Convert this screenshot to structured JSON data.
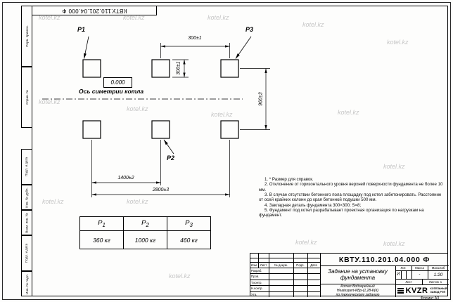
{
  "watermark": "kotel.kz",
  "frame": {
    "doc_number_top": "КВТУ.110.201.04.000 Ф",
    "left_fields": {
      "perv": "Перв. примен.",
      "sprav": "Справ. №",
      "podp1": "Подп. и дата",
      "inv_dubl": "Инв. № дубл.",
      "vzam": "Взам. инв. №",
      "podp2": "Подп. и дата",
      "inv_podl": "Инв. № подл."
    },
    "format_label": "Формат А3"
  },
  "drawing": {
    "point_labels": {
      "p1": "Р1",
      "p2": "Р2",
      "p3": "Р3"
    },
    "level_mark": "0.000",
    "axis_label": "Ось симетрии котла",
    "dimensions": {
      "top_width": "300±1",
      "side_height": "300±1",
      "row_spacing": "960±3",
      "col_spacing": "1400±2",
      "total_width": "2800±3"
    }
  },
  "notes": {
    "n1": "1. * Размер для справок.",
    "n2": "2. Отклонение от горизонтального уровня верхней поверхности фундамента не более 10 мм.",
    "n3": "3. В случае отсутствии бетонного пола площадку под котел забетонировать. Расстояние от осей крайних колонн до края бетонной подушки 500 мм.",
    "n4": "4. Закладная деталь фундамента  300×300; S=8;",
    "n5": "5. Фундамент под котел разрабатывает проектная организация по нагрузкам на фундамент."
  },
  "load_table": {
    "headers": [
      {
        "base": "Р",
        "sub": "1"
      },
      {
        "base": "Р",
        "sub": "2"
      },
      {
        "base": "Р",
        "sub": "3"
      }
    ],
    "values": [
      "360 кг",
      "1000 кг",
      "460 кг"
    ]
  },
  "title_block": {
    "doc_number": "КВТУ.110.201.04.000 Ф",
    "title": "Задание на установку фундамента",
    "product": {
      "line1": "Котел Водогрейный",
      "line2": "Heatexpert-КВр-(1,28-К(К)",
      "line3": "по техническому заданию"
    },
    "header_cols": {
      "izm": "Изм.",
      "list": "Лист",
      "docnum": "№ докум.",
      "podp": "Подп.",
      "data": "Дата"
    },
    "rows": {
      "razrab": "Разраб.",
      "prov": "Пров.",
      "tkontr": "Т.контр.",
      "nkontr": "Н.контр.",
      "utv": "Утв."
    },
    "lit_label": "Лит.",
    "mass_label": "Масса",
    "scale_label": "Масштаб",
    "lit_value": "И",
    "mass_value": "-",
    "scale_value": "1:20",
    "sheet_label": "Лист",
    "sheets_label": "Листов",
    "sheets_value": "1",
    "logo_text": "KVZR",
    "logo_sub1": "КОТЕЛЬНЫЙ",
    "logo_sub2": "ЗАВОД РЭП"
  }
}
